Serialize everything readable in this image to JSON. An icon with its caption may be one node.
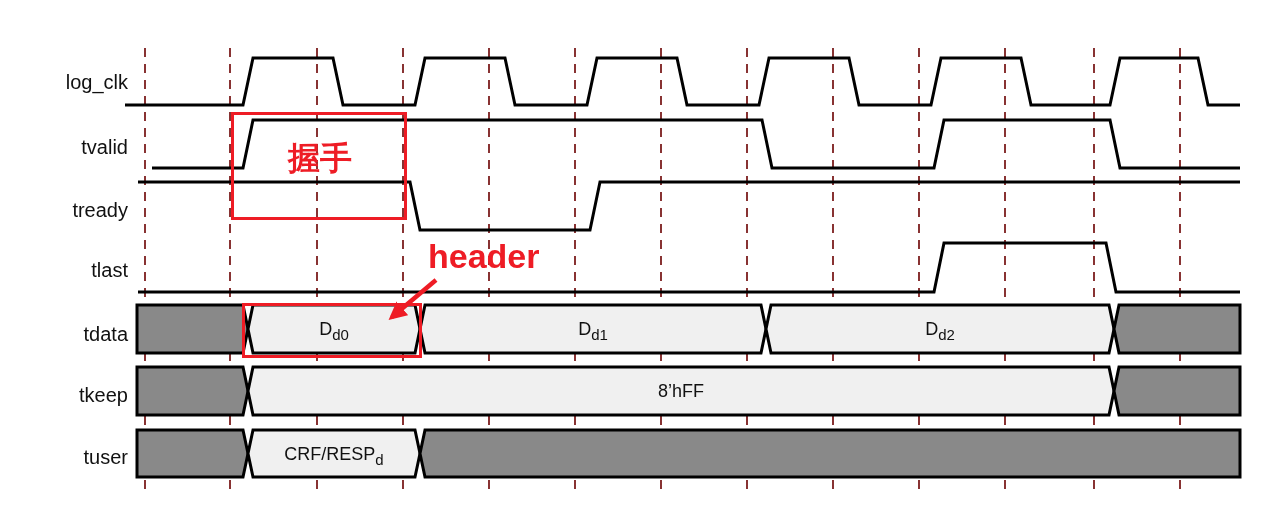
{
  "diagram": {
    "nodes": [
      {
        "text": [
          "握手"
        ]
      },
      {
        "text": [
          "header"
        ]
      },
      {
        "text": [],
        "shape": "box"
      }
    ],
    "edges": [
      {
        "from": 1,
        "to": 2,
        "arrow": "to",
        "color": "#ee1c25"
      }
    ],
    "labels": [
      "log_clk",
      "tvalid",
      "tready",
      "tlast",
      "tdata",
      "D$_{d0}$",
      "D$_{d1}$",
      "D$_{d2}$",
      "tkeep",
      "8’hFF",
      "tuser",
      "CRF/RESP$_{d}$"
    ]
  }
}
